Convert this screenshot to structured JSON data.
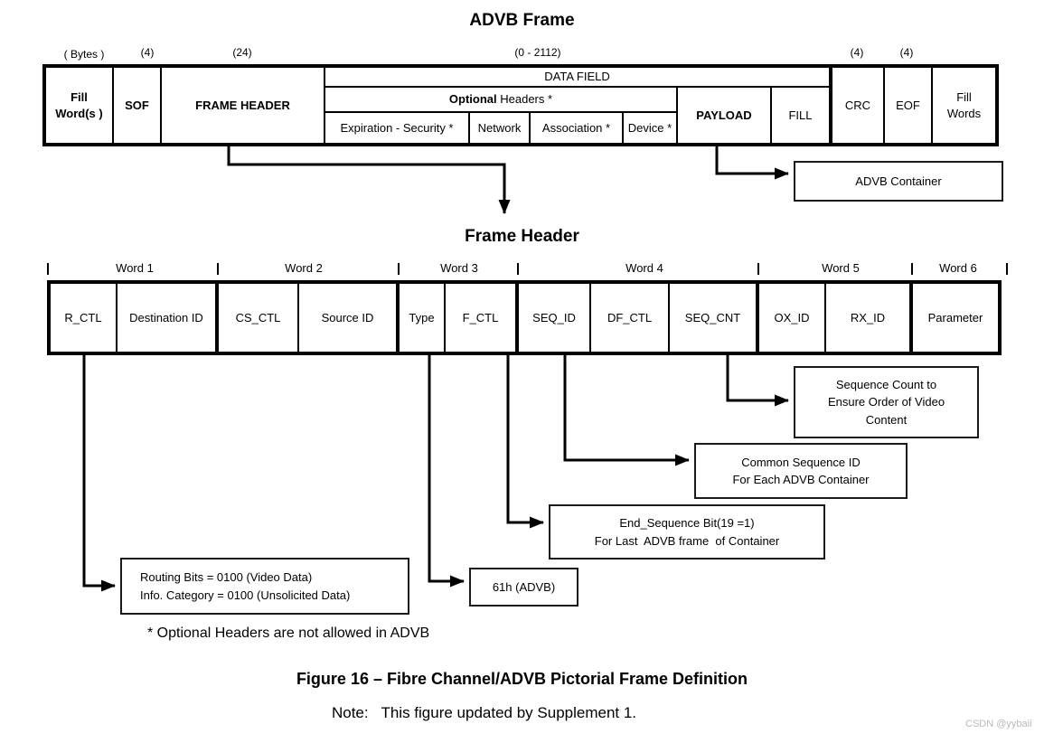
{
  "page": {
    "title": "ADVB Frame",
    "frame_header_title": "Frame Header",
    "footnote": "* Optional Headers are not allowed in ADVB",
    "caption": "Figure 16 – Fibre Channel/ADVB Pictorial Frame Definition",
    "note": "Note:   This figure updated by Supplement 1.",
    "watermark": "CSDN @yybaii"
  },
  "advb_frame": {
    "size_labels": {
      "bytes": "( Bytes )",
      "sof": "(4)",
      "frame_header": "(24)",
      "data_field": "(0 - 2112)",
      "crc": "(4)",
      "eof": "(4)"
    },
    "cells": {
      "fill_words_start": "Fill\nWord(s )",
      "sof": "SOF",
      "frame_header": "FRAME HEADER",
      "data_field": "DATA FIELD",
      "optional_bold": "Optional",
      "optional_rest": " Headers *",
      "expiration": "Expiration - Security *",
      "network": "Network",
      "association": "Association *",
      "device": "Device *",
      "payload": "PAYLOAD",
      "fill": "FILL",
      "crc": "CRC",
      "eof": "EOF",
      "fill_words_end": "Fill\nWords"
    }
  },
  "frame_header": {
    "words": [
      {
        "label": "Word 1"
      },
      {
        "label": "Word 2"
      },
      {
        "label": "Word 3"
      },
      {
        "label": "Word 4"
      },
      {
        "label": "Word 5"
      },
      {
        "label": "Word 6"
      }
    ],
    "fields": [
      {
        "label": "R_CTL"
      },
      {
        "label": "Destination ID"
      },
      {
        "label": "CS_CTL"
      },
      {
        "label": "Source ID"
      },
      {
        "label": "Type"
      },
      {
        "label": "F_CTL"
      },
      {
        "label": "SEQ_ID"
      },
      {
        "label": "DF_CTL"
      },
      {
        "label": "SEQ_CNT"
      },
      {
        "label": "OX_ID"
      },
      {
        "label": "RX_ID"
      },
      {
        "label": "Parameter"
      }
    ]
  },
  "callouts": {
    "advb_container": "ADVB Container",
    "sequence_count": "Sequence Count to\nEnsure Order of Video\nContent",
    "common_seq_id": "Common Sequence ID\nFor Each ADVB Container",
    "end_sequence": "End_Sequence Bit(19 =1)\nFor Last  ADVB frame  of Container",
    "routing_bits": "Routing Bits = 0100 (Video Data)\nInfo. Category = 0100 (Unsolicited Data)",
    "type_value": "61h (ADVB)"
  },
  "colors": {
    "line": "#000000",
    "watermark": "#b9b9b9"
  }
}
